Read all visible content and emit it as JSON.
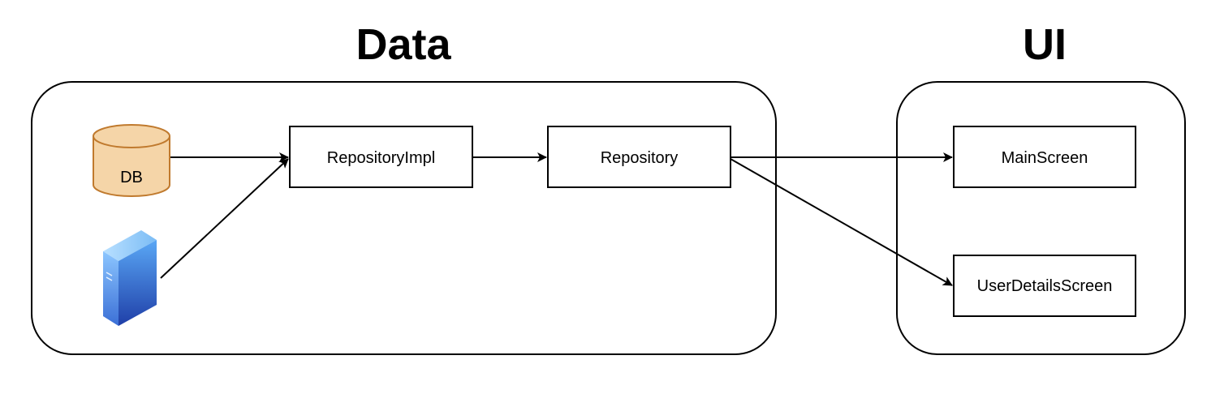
{
  "groups": {
    "data": {
      "title": "Data"
    },
    "ui": {
      "title": "UI"
    }
  },
  "nodes": {
    "db": {
      "label": "DB",
      "icon": "database-icon",
      "fill": "#f5d5a8",
      "stroke": "#c07a2e"
    },
    "server": {
      "icon": "server-icon"
    },
    "repository_impl": {
      "label": "RepositoryImpl"
    },
    "repository": {
      "label": "Repository"
    },
    "main_screen": {
      "label": "MainScreen"
    },
    "user_details_screen": {
      "label": "UserDetailsScreen"
    }
  },
  "edges": [
    {
      "from": "db",
      "to": "repository_impl"
    },
    {
      "from": "server",
      "to": "repository_impl"
    },
    {
      "from": "repository_impl",
      "to": "repository"
    },
    {
      "from": "repository",
      "to": "main_screen"
    },
    {
      "from": "repository",
      "to": "user_details_screen"
    }
  ]
}
